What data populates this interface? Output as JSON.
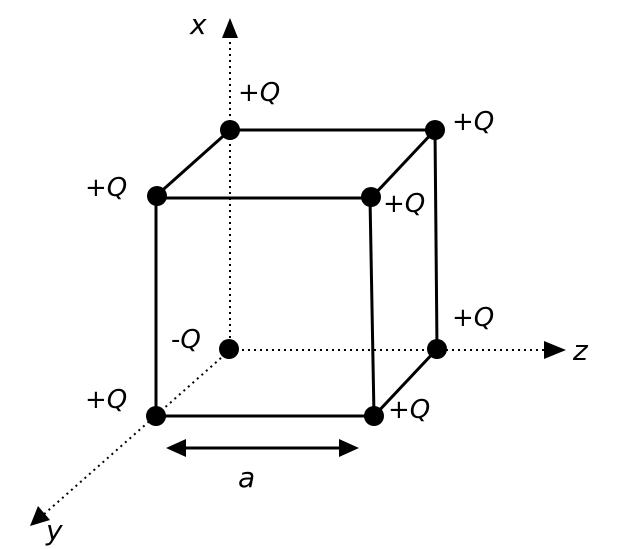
{
  "axes": {
    "x_label": "x",
    "y_label": "y",
    "z_label": "z"
  },
  "dimension_label": "a",
  "charges": [
    {
      "id": "top-back-left",
      "sign": "+",
      "symbol": "Q"
    },
    {
      "id": "top-back-right",
      "sign": "+",
      "symbol": "Q"
    },
    {
      "id": "top-front-left",
      "sign": "+",
      "symbol": "Q"
    },
    {
      "id": "top-front-right",
      "sign": "+",
      "symbol": "Q"
    },
    {
      "id": "bottom-back-left",
      "sign": "-",
      "symbol": "Q"
    },
    {
      "id": "bottom-back-right",
      "sign": "+",
      "symbol": "Q"
    },
    {
      "id": "bottom-front-left",
      "sign": "+",
      "symbol": "Q"
    },
    {
      "id": "bottom-front-right",
      "sign": "+",
      "symbol": "Q"
    }
  ],
  "colors": {
    "line": "#000000",
    "background": "#ffffff"
  }
}
